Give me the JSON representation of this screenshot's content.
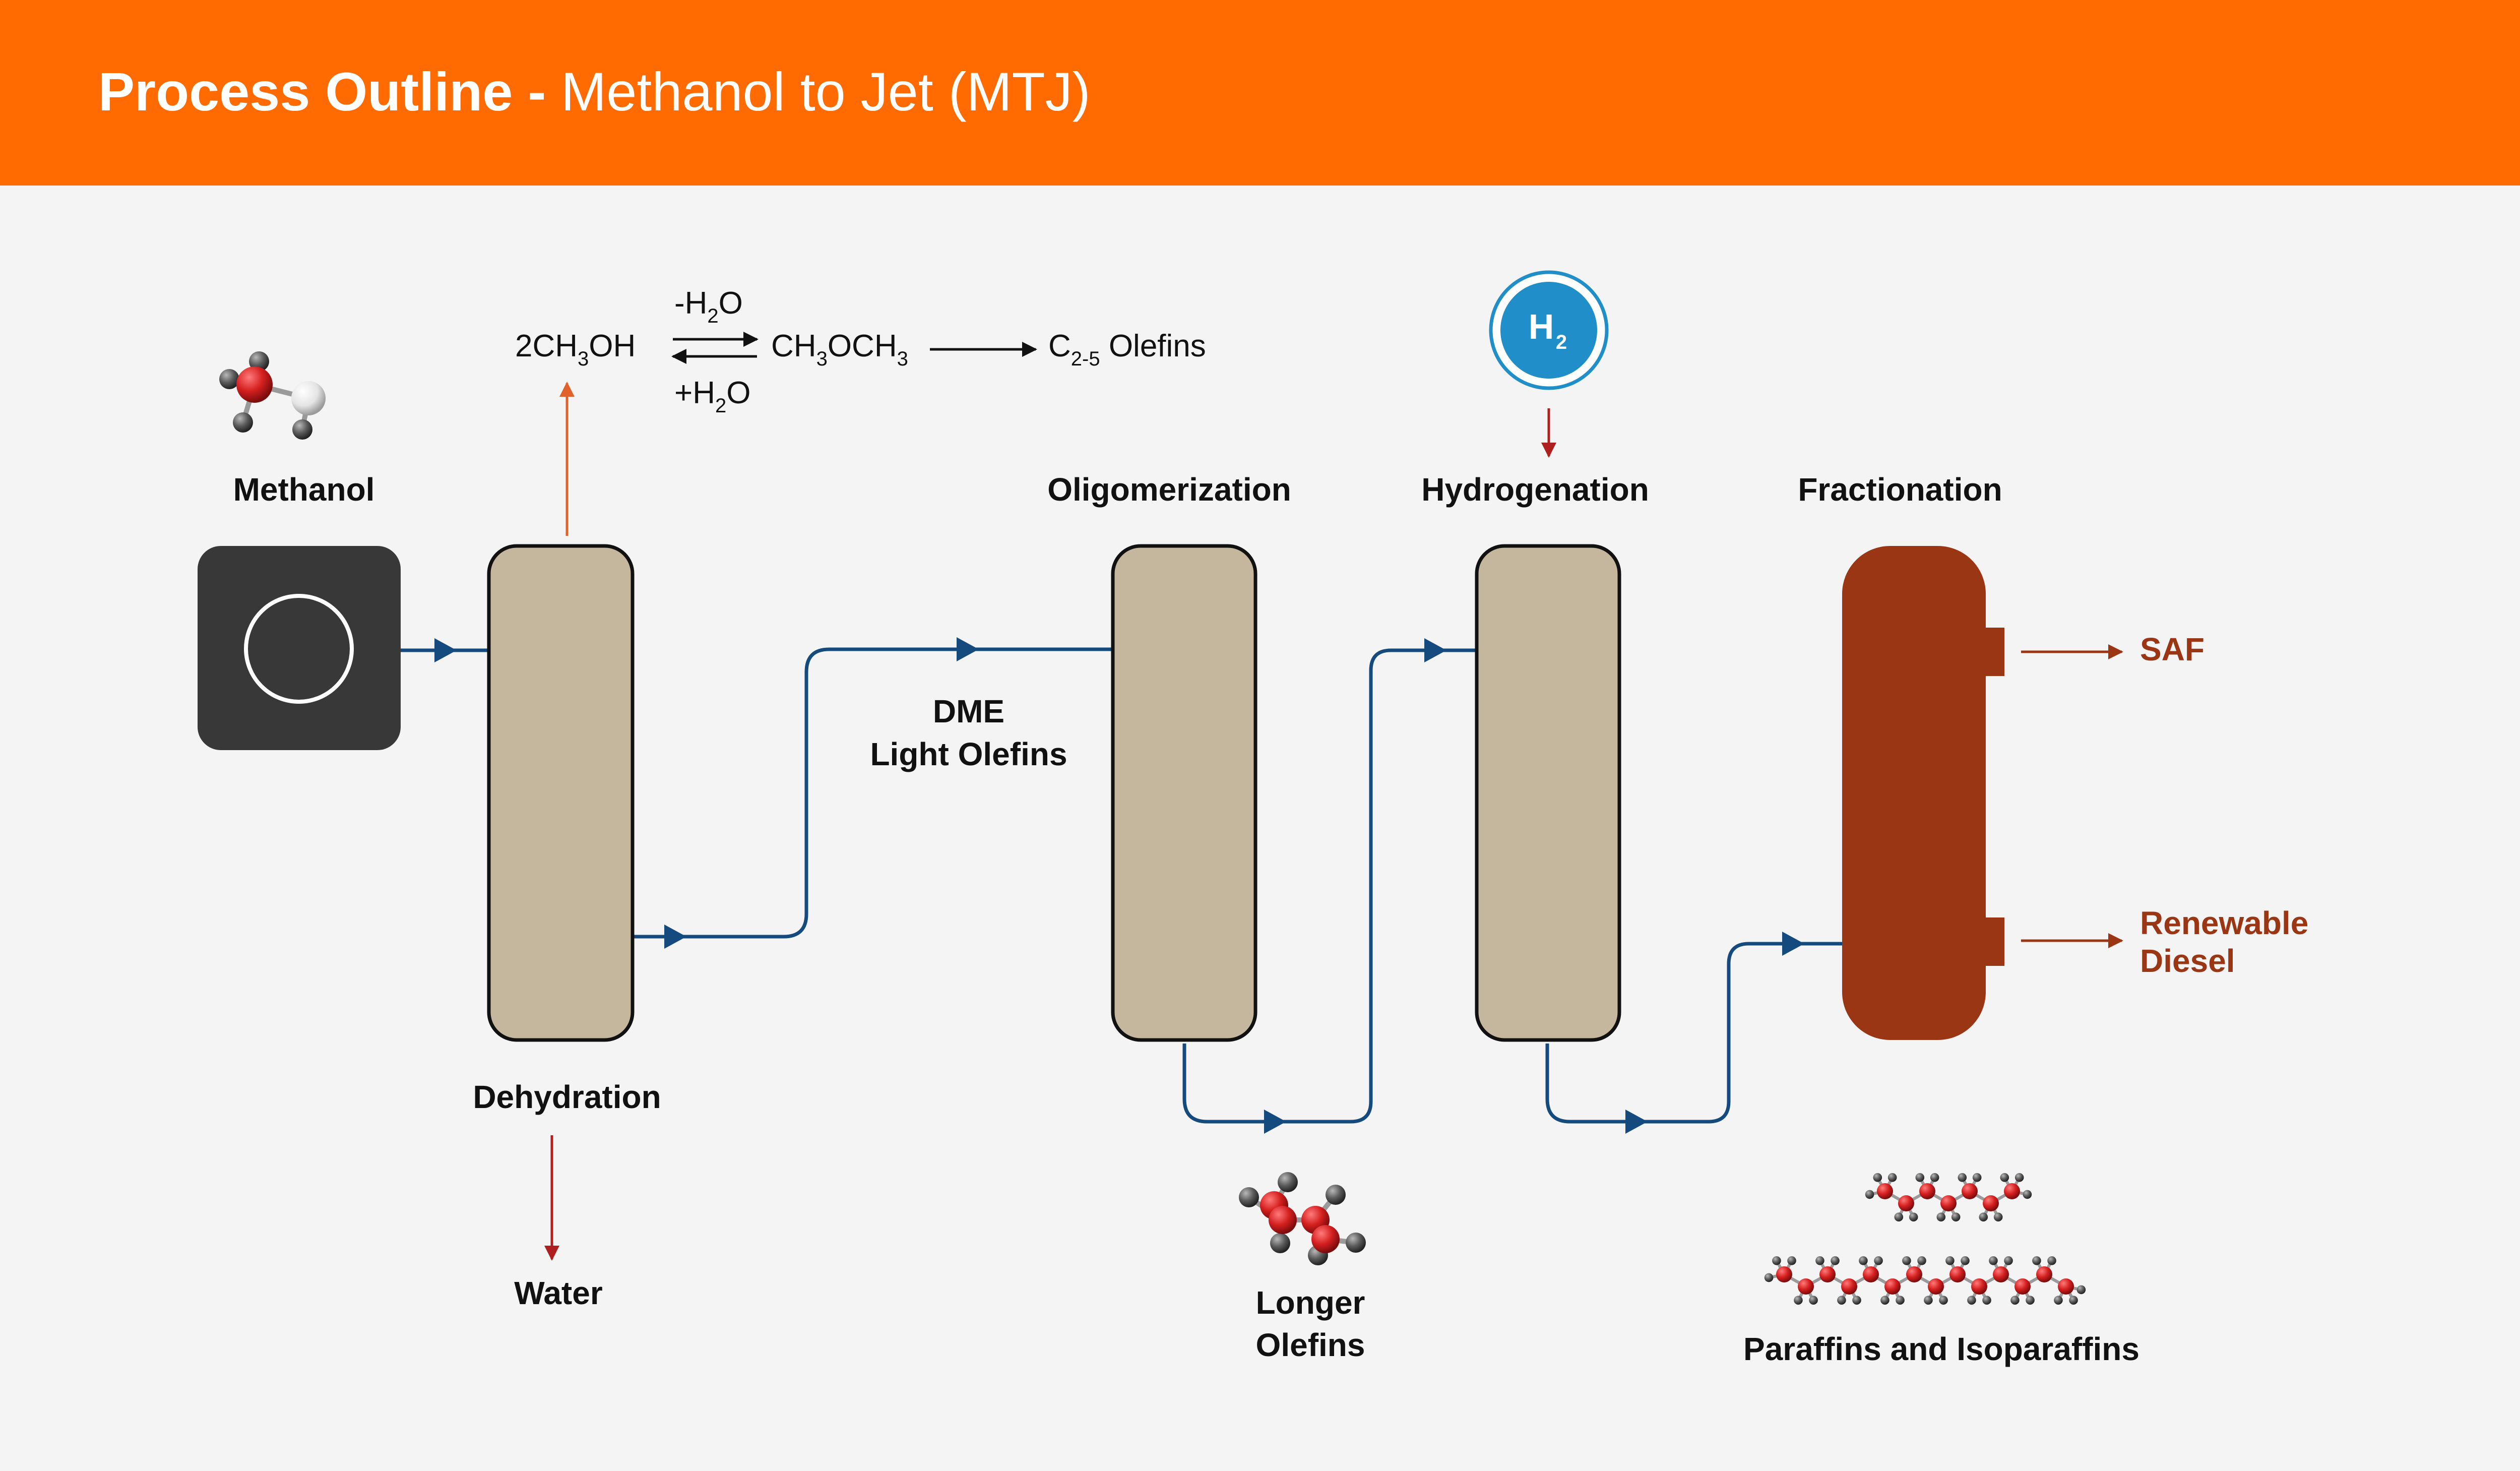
{
  "header": {
    "title_bold": "Process Outline -",
    "title_regular": "Methanol to Jet (MTJ)"
  },
  "colors": {
    "header_bg": "#ff6b00",
    "background": "#f4f4f4",
    "flow_line": "#154a7e",
    "vessel_fill": "#c4b79e",
    "fractionator_fill": "#9b3615",
    "product_text": "#9b3615",
    "feed_block": "#383838",
    "hydrogen_circle": "#1f8ec9",
    "arrow_orange": "#e0622a",
    "arrow_red": "#b01f1f"
  },
  "labels": {
    "methanol": "Methanol",
    "dehydration": "Dehydration",
    "water": "Water",
    "oligomerization": "Oligomerization",
    "hydrogenation": "Hydrogenation",
    "fractionation": "Fractionation",
    "dme": "DME",
    "light_olefins": "Light Olefins",
    "longer": "Longer",
    "olefins": "Olefins",
    "saf": "SAF",
    "renewable": "Renewable",
    "diesel": "Diesel",
    "paraffins": "Paraffins and Isoparaffins"
  },
  "reaction": {
    "reactant_main": "2CH",
    "reactant_sub": "3",
    "reactant_tail": "OH",
    "over_pre": "-H",
    "over_sub": "2",
    "over_post": "O",
    "under_pre": "+H",
    "under_sub": "2",
    "under_post": "O",
    "dme_a": "CH",
    "dme_sub1": "3",
    "dme_b": "OCH",
    "dme_sub2": "3",
    "product_c": "C",
    "product_sub": "2-5",
    "product_tail": " Olefins"
  },
  "hydrogen": {
    "symbol": "H",
    "subscript": "2"
  },
  "icons": {
    "feed": "circle-icon",
    "methanol": "methanol-molecule-icon",
    "longer_olefins": "olefin-molecule-icon",
    "paraffins": "paraffin-chain-icon"
  }
}
